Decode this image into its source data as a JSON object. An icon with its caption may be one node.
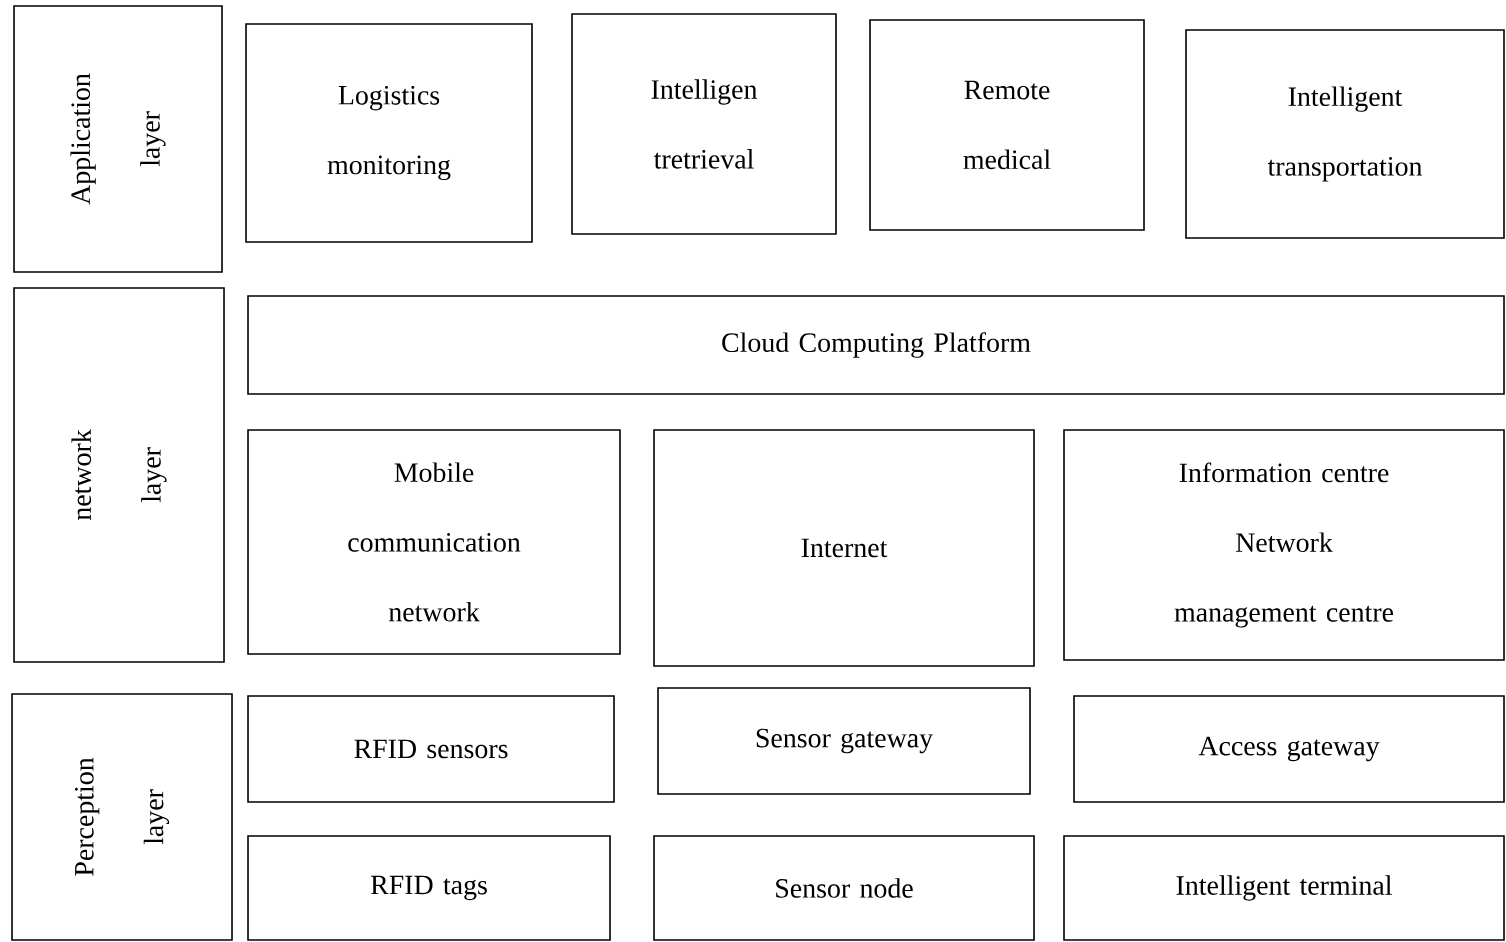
{
  "diagram": {
    "nodes": [
      {
        "text": [
          "Application layer"
        ]
      },
      {
        "text": [
          "Logistics monitoring"
        ]
      },
      {
        "text": [
          "Intelligen tretrieval"
        ]
      },
      {
        "text": [
          "Remote medical"
        ]
      },
      {
        "text": [
          "Intelligent transportation"
        ]
      },
      {
        "text": [
          "network layer"
        ]
      },
      {
        "text": [
          "Cloud Computing Platform"
        ]
      },
      {
        "text": [
          "Mobile communication network"
        ]
      },
      {
        "text": [
          "Internet"
        ]
      },
      {
        "text": [
          "Information centre",
          "Network management centre"
        ]
      },
      {
        "text": [
          "Perception layer"
        ]
      },
      {
        "text": [
          "RFID sensors"
        ]
      },
      {
        "text": [
          "Sensor gateway"
        ]
      },
      {
        "text": [
          "Access gateway"
        ]
      },
      {
        "text": [
          "RFID tags"
        ]
      },
      {
        "text": [
          "Sensor node"
        ]
      },
      {
        "text": [
          "Intelligent terminal"
        ]
      }
    ]
  }
}
